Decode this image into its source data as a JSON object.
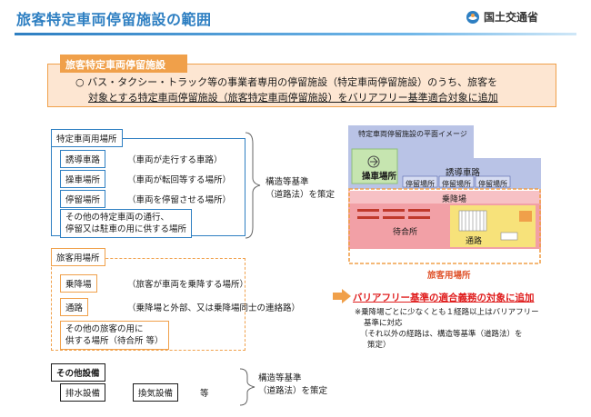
{
  "header": {
    "title": "旅客特定車両停留施設の範囲",
    "logo_text": "国土交通省",
    "logo_icon": "mlit-logo-icon"
  },
  "intro": {
    "label": "旅客特定車両停留施設",
    "bullet": "○",
    "line1_a": "バス・タクシー・トラック等の事業者専用の停留施設（",
    "line1_b": "特定車両停留施設",
    "line1_c": "）のうち、旅客を",
    "line2_a": "対象とする特定車両停留施設（",
    "line2_b": "旅客特定車両停留施設",
    "line2_c": "）をバリアフリー基準適合対象に追加"
  },
  "vehicle_area": {
    "tag": "特定車両用場所",
    "items": [
      {
        "label": "誘導車路",
        "desc": "（車両が走行する車路）"
      },
      {
        "label": "操車場所",
        "desc": "（車両が転回等する場所）"
      },
      {
        "label": "停留場所",
        "desc": "（車両を停留させる場所）"
      }
    ],
    "other_line1": "その他の特定車両の通行、",
    "other_line2": "停留又は駐車の用に供する場所"
  },
  "passenger_area": {
    "tag": "旅客用場所",
    "items": [
      {
        "label": "乗降場",
        "desc": "（旅客が車両を乗降する場所）"
      },
      {
        "label": "通路",
        "desc": "（乗降場と外部、又は乗降場同士の連絡路）"
      }
    ],
    "other_line1": "その他の旅客の用に",
    "other_line2": "供する場所（待合所 等）"
  },
  "other_facilities": {
    "tag": "その他設備",
    "items": [
      "排水設備",
      "換気設備"
    ],
    "etc": "等"
  },
  "structure_note_1": {
    "line1": "構造等基準",
    "line2": "（道路法）を策定"
  },
  "structure_note_2": {
    "line1": "構造等基準",
    "line2": "（道路法）を策定"
  },
  "diagram": {
    "caption": "特定車両停留施設の平面イメージ",
    "sosha": "操車場所",
    "yudo": "誘導車路",
    "teiryu": "停留場所",
    "jokou": "乗降場",
    "machiai": "待合所",
    "tsuro": "通路",
    "passenger_label": "旅客用場所",
    "colors": {
      "vehicle": "#b9c3e6",
      "passenger_red": "#f2a0a6",
      "passage_yellow": "#f7e27a",
      "sosha_green": "#c6e5b0",
      "outline_orange": "#f0a04a"
    }
  },
  "barrier_free": {
    "headline": "バリアフリー基準の適合義務の対象に追加",
    "note1": "※乗降場ごとに少なくとも１経路以上はバリアフリー",
    "note2": "基準に対応",
    "note3": "（それ以外の経路は、構造等基準（道路法）を",
    "note4": "策定）"
  },
  "colors": {
    "accent_blue": "#2e7fc2",
    "accent_orange": "#f0a04a",
    "alert_red": "#e02020"
  }
}
